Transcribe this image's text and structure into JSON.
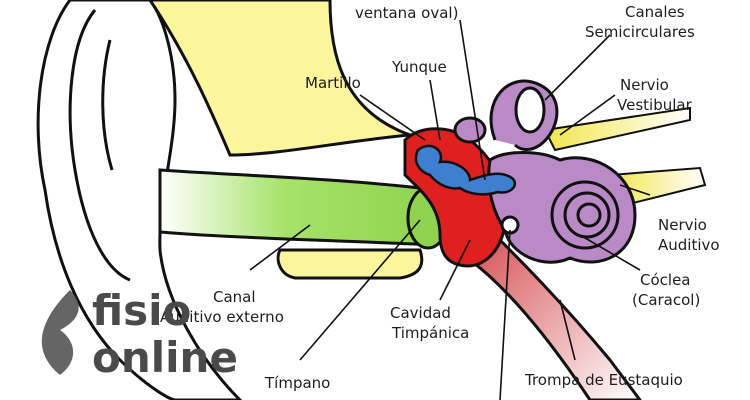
{
  "diagram": {
    "labels": {
      "ventana": "ventana oval)",
      "canales_1": "Canales",
      "canales_2": "Semicirculares",
      "martillo": "Martillo",
      "yunque": "Yunque",
      "nervio_vest_1": "Nervio",
      "nervio_vest_2": "Vestibular",
      "nervio_aud_1": "Nervio",
      "nervio_aud_2": "Auditivo",
      "coclea_1": "Cóclea",
      "coclea_2": "(Caracol)",
      "canal_1": "Canal",
      "canal_2": "Auditivo externo",
      "cavidad_1": "Cavidad",
      "cavidad_2": "Timpánica",
      "timpano": "Tímpano",
      "trompa": "Trompa de Eustaquio"
    },
    "colors": {
      "canal": "#a6e36a",
      "cartilage": "#fbf59b",
      "middle_ear": "#e01f1f",
      "ossicles": "#3f7fd0",
      "inner_ear": "#b98ac6",
      "nerve": "#f1e64a",
      "eustachian": "#d64d52",
      "outline": "#111111"
    }
  },
  "logo": {
    "line1": "fisio",
    "line2": "online"
  }
}
